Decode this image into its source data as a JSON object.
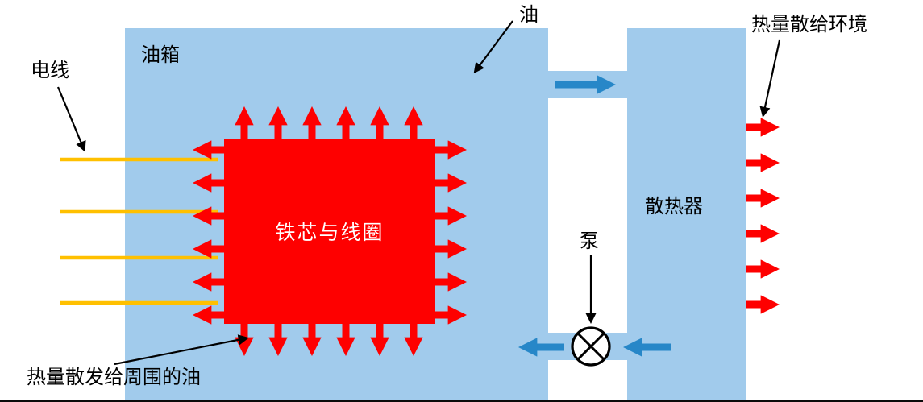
{
  "diagram": {
    "title_implied": "",
    "labels": {
      "wire": "电线",
      "oil_tank": "油箱",
      "oil": "油",
      "core_coil": "铁芯与线圈",
      "pump": "泵",
      "radiator": "散热器",
      "heat_to_env": "热量散给环境",
      "heat_to_oil": "热量散发给周围的油"
    },
    "colors": {
      "tank_fill": "#A1CBEC",
      "core_fill": "#FE0000",
      "heat_arrow": "#FE0000",
      "oil_flow_arrow": "#2787C8",
      "wire": "#FFC000",
      "annotation": "#000000",
      "core_text": "#FFFFFF"
    }
  }
}
